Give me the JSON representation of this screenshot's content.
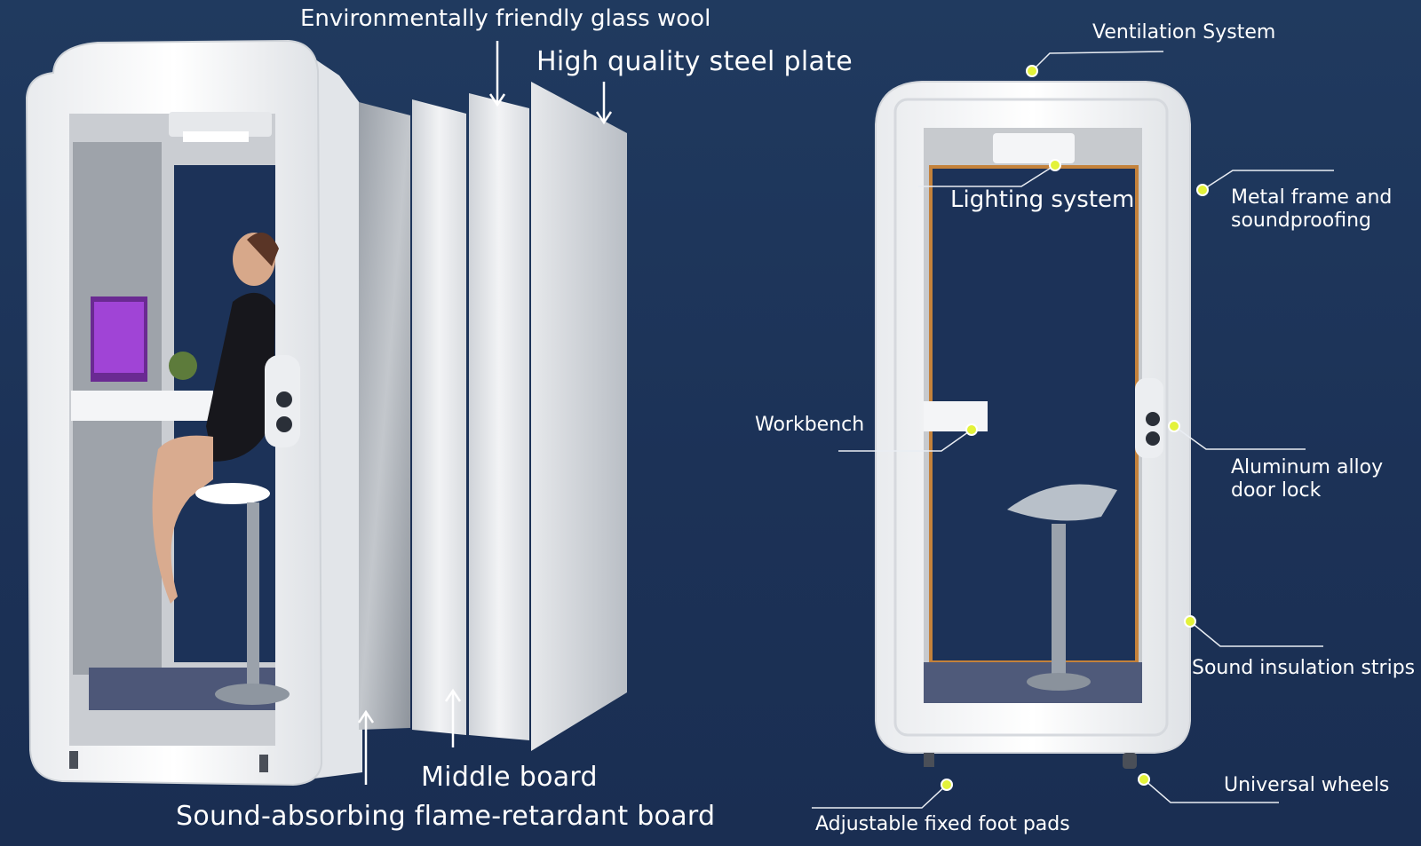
{
  "left_labels": {
    "glass_wool": "Environmentally friendly glass wool",
    "steel_plate": "High quality steel plate",
    "middle_board": "Middle board",
    "sound_absorbing": "Sound-absorbing flame-retardant board"
  },
  "right_labels": {
    "ventilation": "Ventilation System",
    "lighting": "Lighting system",
    "metal_frame": "Metal frame and soundproofing",
    "workbench": "Workbench",
    "door_lock": "Aluminum alloy door lock",
    "insulation_strips": "Sound insulation strips",
    "wheels": "Universal wheels",
    "foot_pads": "Adjustable fixed foot pads"
  },
  "colors": {
    "background": "#1f3357",
    "callout_dot": "#e3f23a",
    "booth_white": "#f3f4f6"
  }
}
